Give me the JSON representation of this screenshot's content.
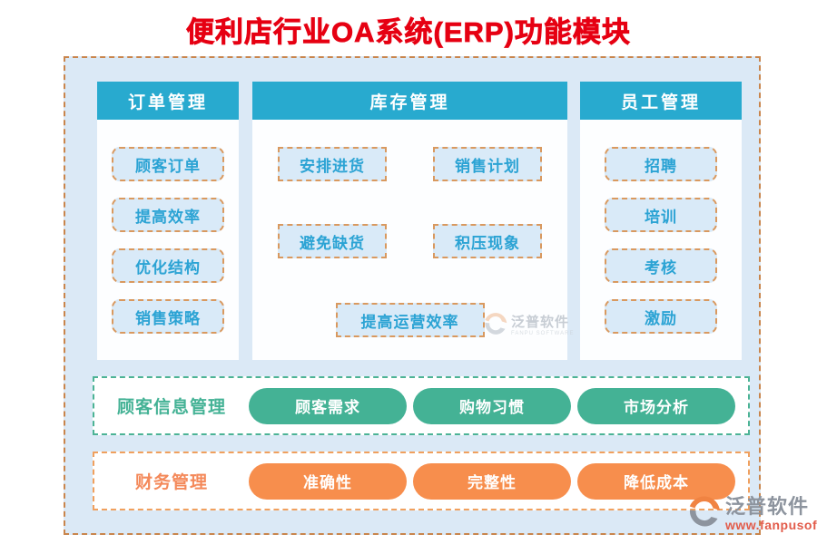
{
  "title": "便利店行业OA系统(ERP)功能模块",
  "columns": [
    {
      "header": "订单管理",
      "items": [
        "顾客订单",
        "提高效率",
        "优化结构",
        "销售策略"
      ]
    },
    {
      "header": "库存管理",
      "grid": [
        [
          "安排进货",
          "销售计划"
        ],
        [
          "避免缺货",
          "积压现象"
        ]
      ],
      "wide_item": "提高运营效率"
    },
    {
      "header": "员工管理",
      "items": [
        "招聘",
        "培训",
        "考核",
        "激励"
      ]
    }
  ],
  "rows": [
    {
      "label": "顾客信息管理",
      "pills": [
        "顾客需求",
        "购物习惯",
        "市场分析"
      ]
    },
    {
      "label": "财务管理",
      "pills": [
        "准确性",
        "完整性",
        "降低成本"
      ]
    }
  ],
  "watermark": {
    "brand": "泛普软件",
    "brand_sub": "FANPU SOFTWARE",
    "url": "www.fanpusoft.com"
  },
  "colors": {
    "title_red": "#e60012",
    "header_teal": "#28aacf",
    "item_text_blue": "#2ba3d4",
    "item_bg_blue": "#d9eaf8",
    "item_border_tan": "#d9995f",
    "outer_bg_blue": "#dbe9f6",
    "outer_border_brown": "#c9854c",
    "green_accent": "#44b295",
    "orange_accent": "#f78e4d",
    "watermark_gray": "#8d949e",
    "watermark_url_red": "#e25b4a"
  }
}
